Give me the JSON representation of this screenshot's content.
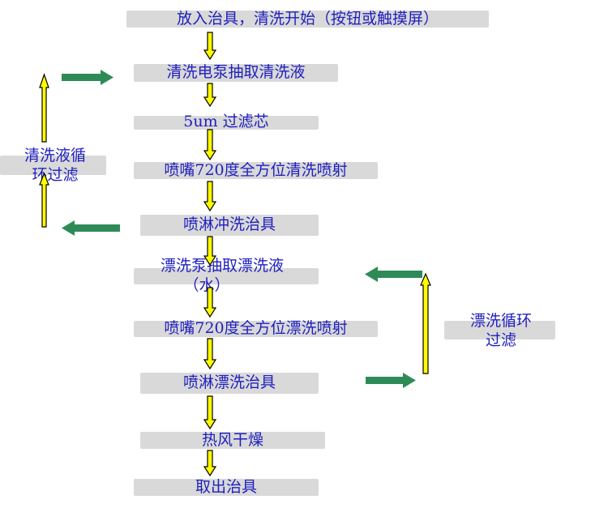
{
  "steps": [
    "放入治具，清洗开始（按钮或触摸屏）",
    "清洗电泵抽取清洗液",
    "5um 过滤芯",
    "喷嘴720度全方位清洗喷射",
    "喷淋冲洗治具",
    "漂洗泵抽取漂洗液",
    "（水）",
    "喷嘴720度全方位漂洗喷射",
    "喷淋漂洗治具",
    "热风干燥",
    "取出治具"
  ],
  "loops": {
    "wash_filter": [
      "清洗液循",
      "环过滤"
    ],
    "rinse_filter": [
      "漂洗循环",
      "过滤"
    ]
  },
  "colors": {
    "box_fill": "#d9d9d9",
    "text": "#1f1fbf",
    "down_arrow": "#ffff00",
    "side_arrow": "#2e8b57"
  }
}
